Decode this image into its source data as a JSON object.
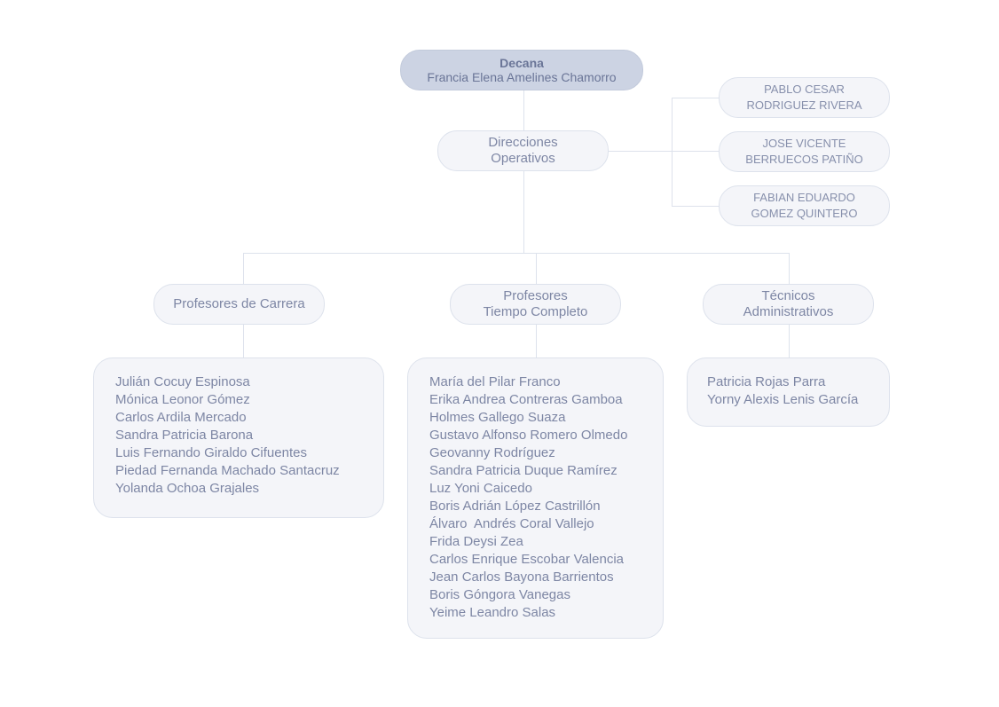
{
  "root": {
    "role": "Decana",
    "name": "Francia Elena Amelines Chamorro"
  },
  "direcciones": {
    "line1": "Direcciones",
    "line2": "Operativos"
  },
  "directors": [
    {
      "line1": "PABLO CESAR",
      "line2": "RODRIGUEZ RIVERA"
    },
    {
      "line1": "JOSE VICENTE",
      "line2": "BERRUECOS PATIÑO"
    },
    {
      "line1": "FABIAN EDUARDO",
      "line2": "GOMEZ QUINTERO"
    }
  ],
  "groups": [
    {
      "title_line1": "Profesores de Carrera",
      "title_line2": "",
      "members": [
        "Julián Cocuy Espinosa",
        "Mónica Leonor Gómez",
        "Carlos Ardila Mercado",
        "Sandra Patricia Barona",
        "Luis Fernando Giraldo Cifuentes",
        "Piedad Fernanda Machado Santacruz",
        "Yolanda Ochoa Grajales"
      ]
    },
    {
      "title_line1": "Profesores",
      "title_line2": "Tiempo Completo",
      "members": [
        "María del Pilar Franco",
        "Erika Andrea Contreras Gamboa",
        "Holmes Gallego Suaza",
        "Gustavo Alfonso Romero Olmedo",
        "Geovanny Rodríguez",
        "Sandra Patricia Duque Ramírez",
        "Luz Yoni Caicedo",
        "Boris Adrián López Castrillón",
        "Álvaro  Andrés Coral Vallejo",
        "Frida Deysi Zea",
        "Carlos Enrique Escobar Valencia",
        "Jean Carlos Bayona Barrientos",
        "Boris Góngora Vanegas",
        "Yeime Leandro Salas"
      ]
    },
    {
      "title_line1": "Técnicos",
      "title_line2": "Administrativos",
      "members": [
        "Patricia Rojas Parra",
        "Yorny Alexis Lenis García"
      ]
    }
  ],
  "colors": {
    "node_fill": "#f4f5f9",
    "node_border": "#dde2ec",
    "root_fill": "#ccd3e3",
    "text": "#7d86a4",
    "connector": "#dde2ec"
  }
}
